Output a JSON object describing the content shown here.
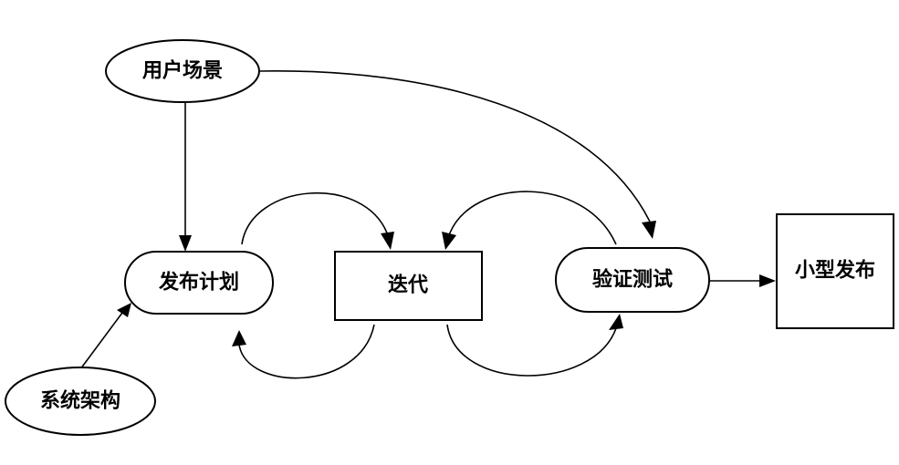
{
  "nodes": {
    "user_scenario": "用户场景",
    "release_plan": "发布计划",
    "iteration": "迭代",
    "acceptance_test": "验证测试",
    "small_release": "小型发布",
    "system_architecture": "系统架构"
  },
  "colors": {
    "stroke": "#000000",
    "fill": "#ffffff",
    "background": "#ffffff"
  }
}
